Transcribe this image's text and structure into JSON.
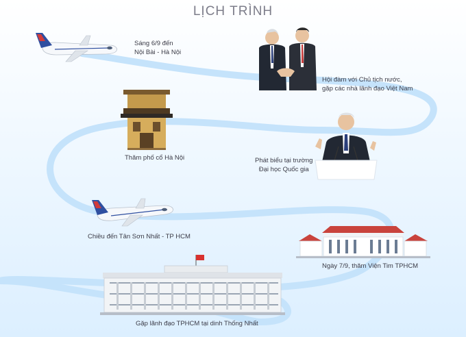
{
  "header": {
    "title": "LỊCH TRÌNH"
  },
  "stops": [
    {
      "line1": "Sáng 6/9 đến",
      "line2": "Nội Bài - Hà Nội"
    },
    {
      "line1": "Hội đàm với Chủ tịch nước,",
      "line2": "gặp các nhà lãnh đạo Việt Nam"
    },
    {
      "line1": "Thăm phố cổ Hà Nội"
    },
    {
      "line1": "Phát biểu tại trường",
      "line2": "Đại học Quốc gia"
    },
    {
      "line1": "Chiều đến Tân Sơn Nhất - TP HCM"
    },
    {
      "line1": "Ngày 7/9, thăm Viện Tim TPHCM"
    },
    {
      "line1": "Gặp lãnh đạo TPHCM tại dinh Thống Nhất"
    }
  ],
  "colors": {
    "path": "#c5e3fb",
    "roof": "#c9433c",
    "building": "#e9ecef",
    "accent": "#3a4d6b"
  },
  "icons": [
    "airplane-icon",
    "handshake-icon",
    "old-house-icon",
    "speaker-icon",
    "airplane-icon",
    "hospital-icon",
    "palace-icon",
    "flag-icon"
  ]
}
